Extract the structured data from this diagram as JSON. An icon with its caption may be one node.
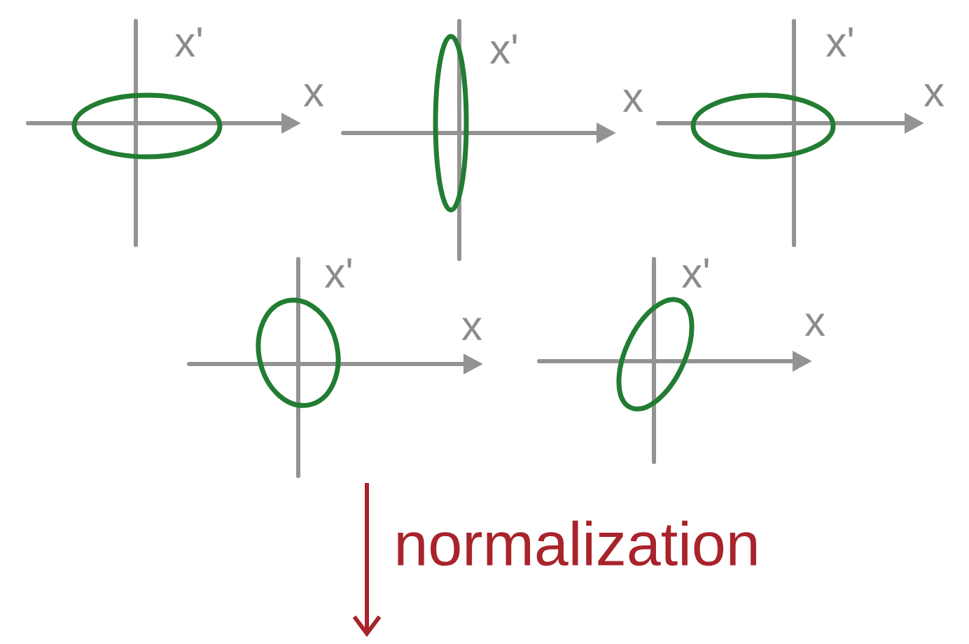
{
  "diagram": {
    "labels": [
      "x'",
      "x",
      "x'",
      "x",
      "x'",
      "x",
      "x'",
      "x",
      "x'",
      "x",
      "normalization"
    ]
  }
}
